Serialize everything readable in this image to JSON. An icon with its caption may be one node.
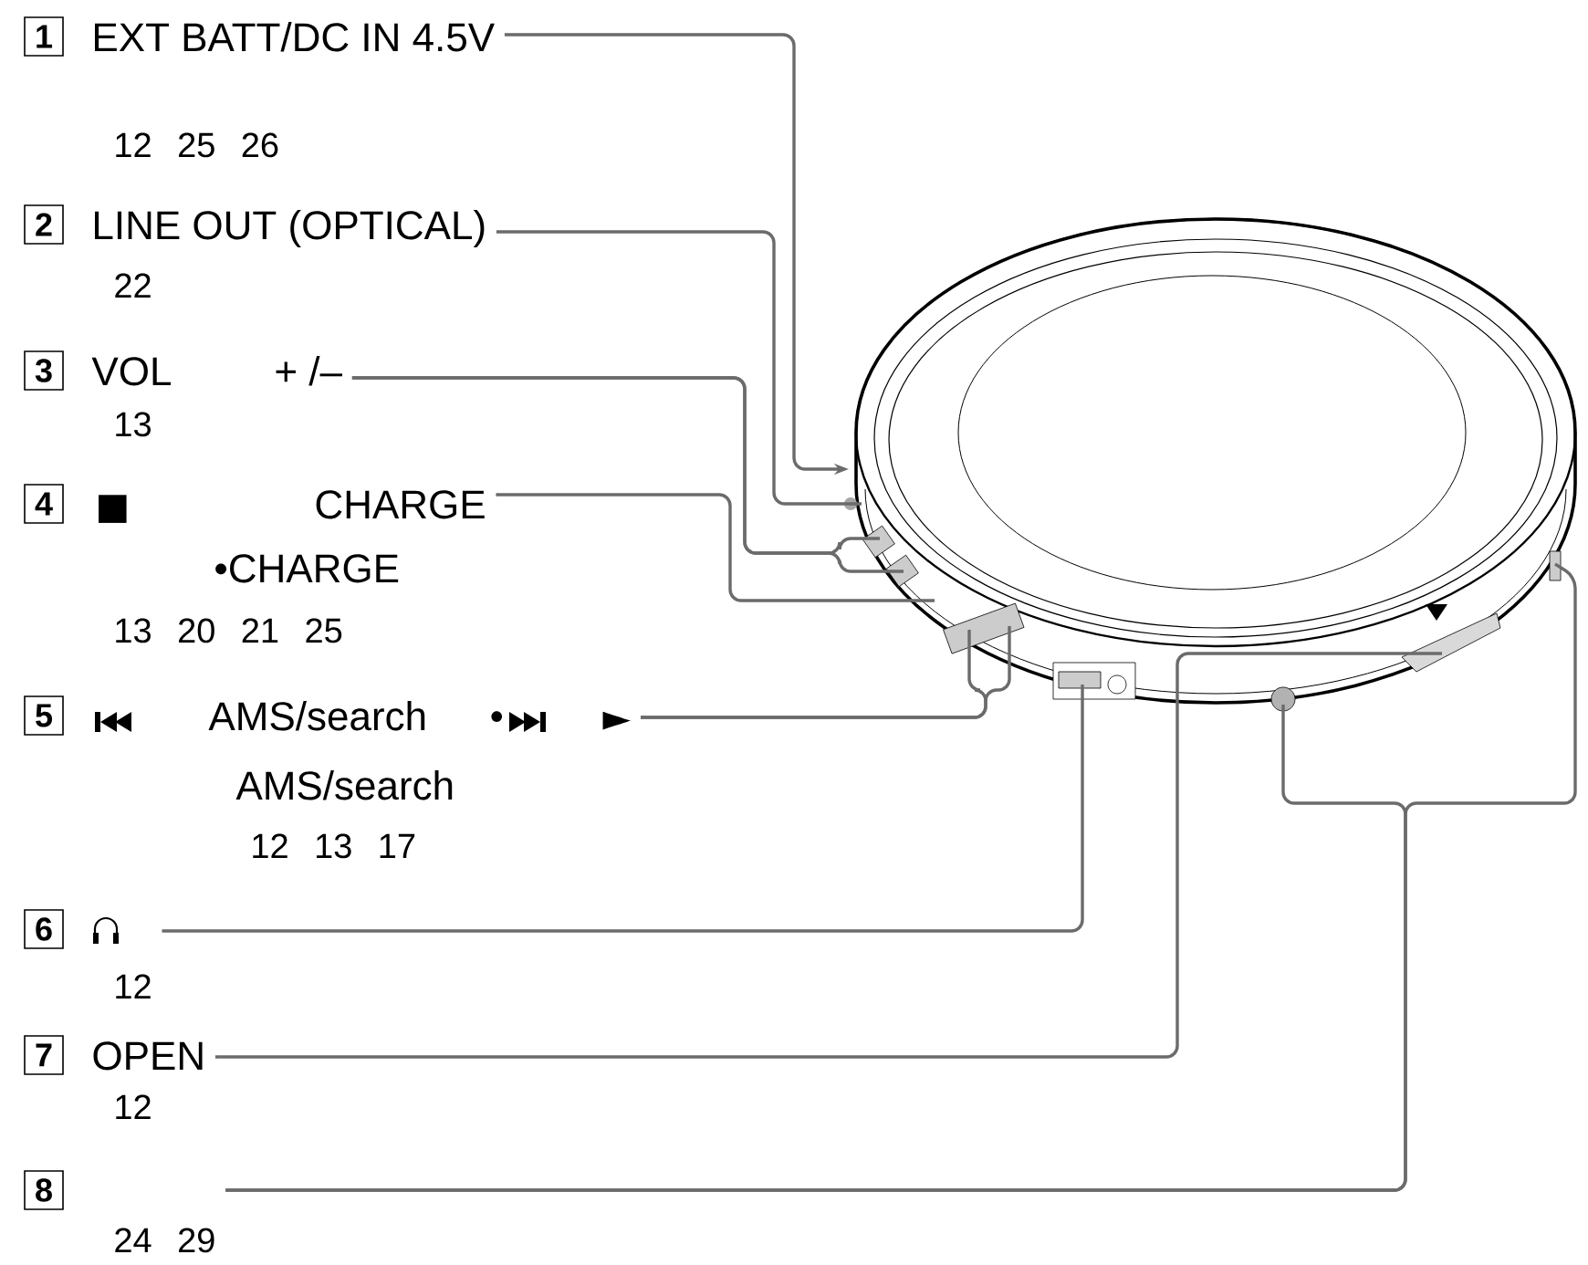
{
  "diagram": {
    "nodes": [
      {
        "text": [
          "1",
          "EXT BATT/DC IN 4.5V",
          "12 25 26"
        ]
      },
      {
        "text": [
          "2",
          "LINE OUT (OPTICAL)",
          "22"
        ]
      },
      {
        "text": [
          "3",
          "VOL",
          "+ /–",
          "13"
        ]
      },
      {
        "text": [
          "4",
          "■",
          "CHARGE",
          "•CHARGE",
          "13 20 21 25"
        ]
      },
      {
        "text": [
          "5",
          "AMS/search",
          "•",
          "►",
          "AMS/search",
          "12 13 17"
        ]
      },
      {
        "text": [
          "6",
          "12"
        ]
      },
      {
        "text": [
          "7",
          "OPEN",
          "12"
        ]
      },
      {
        "text": [
          "8",
          "24 29"
        ]
      }
    ],
    "edges": [
      {
        "from": 0,
        "to": null,
        "arrow": "to"
      },
      {
        "from": 1,
        "to": null,
        "arrow": "none"
      },
      {
        "from": 2,
        "to": null,
        "arrow": "none"
      },
      {
        "from": 2,
        "to": null,
        "arrow": "none"
      },
      {
        "from": 3,
        "to": null,
        "arrow": "none"
      },
      {
        "from": 4,
        "to": null,
        "arrow": "none"
      },
      {
        "from": 4,
        "to": null,
        "arrow": "none"
      },
      {
        "from": 5,
        "to": null,
        "arrow": "none"
      },
      {
        "from": 6,
        "to": null,
        "arrow": "none"
      },
      {
        "from": 7,
        "to": null,
        "arrow": "none"
      },
      {
        "from": 7,
        "to": null,
        "arrow": "none"
      }
    ]
  }
}
